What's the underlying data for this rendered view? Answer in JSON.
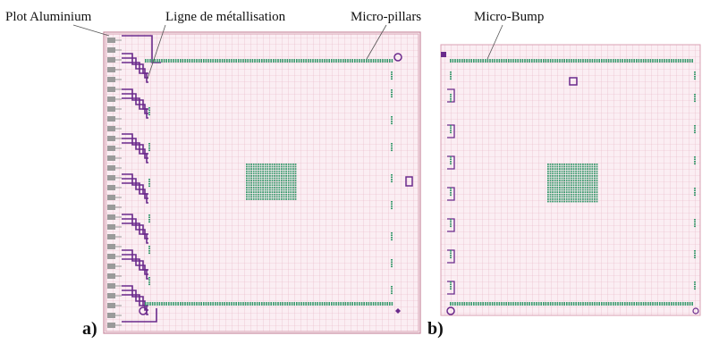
{
  "labels": {
    "plot_aluminium": "Plot Aluminium",
    "ligne_metallisation": "Ligne de métallisation",
    "micro_pillars": "Micro-pillars",
    "micro_bump": "Micro-Bump"
  },
  "panels": {
    "a": "a)",
    "b": "b)"
  },
  "colors": {
    "grid_background": "#fbeef3",
    "grid_line": "#e6b3c4",
    "border": "#d9a0b3",
    "pillar_green": "#3a9a6e",
    "routing_purple": "#6a2a8c",
    "pad_gray": "#9a9a9a",
    "leader_line": "#555555"
  }
}
